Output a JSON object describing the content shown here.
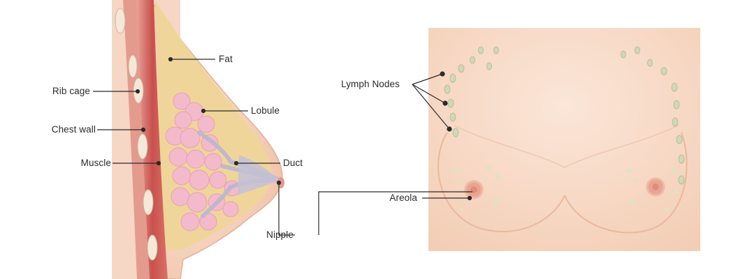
{
  "labels": {
    "fat": "Fat",
    "rib_cage": "Rib cage",
    "lobule": "Lobule",
    "chest_wall": "Chest wall",
    "muscle": "Muscle",
    "duct": "Duct",
    "nipple": "Nipple",
    "lymph_nodes": "Lymph Nodes",
    "areola": "Areola"
  },
  "colors": {
    "leader_line": "#2b2b2b",
    "skin": "#f7d7c2",
    "skin_shadow": "#e7b59a",
    "fat": "#f0d59a",
    "muscle": "#cf5f5c",
    "lobule": "#f2b8c8",
    "duct": "#b9b6cf",
    "lymph_node": "#cfd8b8",
    "areola": "#e89a86"
  }
}
